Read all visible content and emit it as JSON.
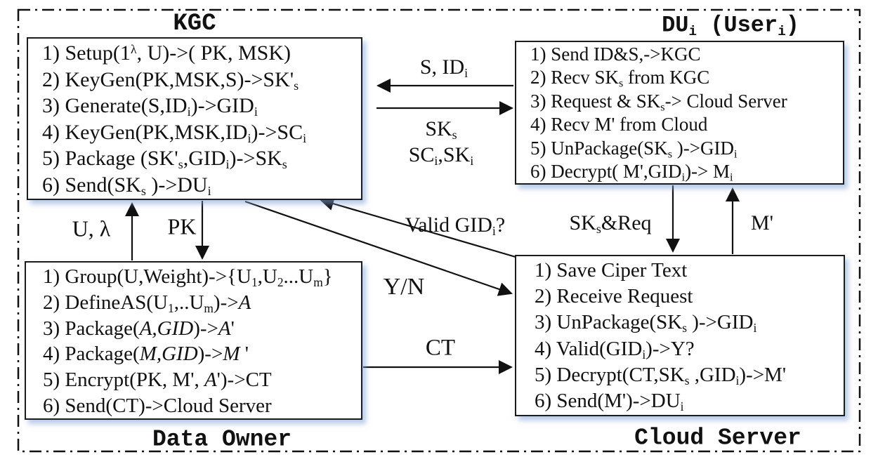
{
  "diagram": {
    "boxes": {
      "kgc": {
        "title": "KGC",
        "lines": [
          "1) Setup(1^{λ}, U)->( PK, MSK)",
          "2) KeyGen(PK,MSK,S)->SK'_{s}",
          "3) Generate(S,ID_{i})->GID_{i}",
          "4) KeyGen(PK,MSK,ID_{i})->SC_{i}",
          "5) Package (SK'_{s},GID_{i})->SK_{s}",
          "6) Send(SK_{s} )->DU_{i}"
        ]
      },
      "du": {
        "title": "DU_{i} (User_{i})",
        "lines": [
          "1) Send ID&S,->KGC",
          "2) Recv SK_{s} from KGC",
          "3) Request & SK_{s}-> Cloud Server",
          "4) Recv  M' from Cloud",
          "5)  UnPackage(SK_{s} )->GID_{i}",
          "6)  Decrypt( M',GID_{i})-> M_{i}"
        ]
      },
      "owner": {
        "title": "Data Owner",
        "lines": [
          "1) Group(U,Weight)->{U_{1},U_{2}...U_{m}}",
          "2) DefineAS(U_{1},..U_{m})->*A*",
          "3) Package(*A,GID*)->*A*'",
          "4) Package(*M,GID*)->*M* '",
          "5)  Encrypt(PK, M', *A*')->CT",
          "6) Send(CT)->Cloud Server"
        ]
      },
      "cloud": {
        "title": "Cloud Server",
        "lines": [
          "1) Save Ciper Text",
          "2) Receive Request",
          "3) UnPackage(SK_{s} )->GID_{i}",
          "4) Valid(GID_{i})->Y?",
          "5) Decrypt(CT,SK_{s} ,GID_{i})->M'",
          "6) Send(M')->DU_{i}"
        ]
      }
    },
    "arrow_labels": {
      "s_id": "S, ID_{i}",
      "sk_s": "SK_{s}",
      "sc_sk": "SC_{i},SK_{i}",
      "u_lambda": "U, λ",
      "pk": "PK",
      "valid_gid": "Valid GID_{i}?",
      "y_n": "Y/N",
      "sk_req": "SK_{s}&Req",
      "m_prime": "M'",
      "ct": "CT"
    },
    "colors": {
      "ink": "#111111",
      "box_border": "#1c1c1c",
      "shadow": "#b9cde8",
      "background": "#ffffff"
    }
  }
}
